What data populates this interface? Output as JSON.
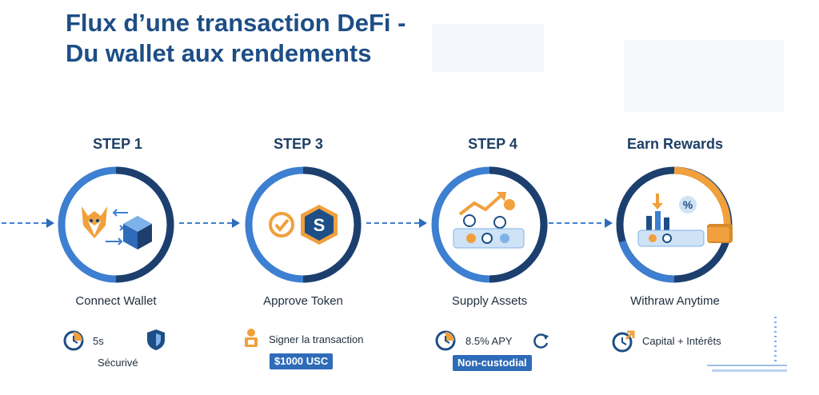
{
  "title": {
    "line1": "Flux d’une transaction DeFi -",
    "line2": "Du wallet aux rendements"
  },
  "steps": [
    {
      "label": "STEP 1",
      "caption": "Connect Wallet"
    },
    {
      "label": "STEP 3",
      "caption": "Approve Token"
    },
    {
      "label": "STEP 4",
      "caption": "Supply Assets"
    },
    {
      "label": "Earn Rewards",
      "caption": "Withraw Anytime"
    }
  ],
  "step1_meta": {
    "time": "5s",
    "security": "Sécurivé"
  },
  "step2_meta": {
    "sign": "Signer la transaction",
    "amount": "$1000 USC"
  },
  "step3_meta": {
    "apy": "8.5% APY",
    "badge": "Non-custodial"
  },
  "step4_meta": {
    "capital": "Capital + Intérêts"
  },
  "colors": {
    "title": "#1d4e86",
    "ring_dark": "#1c3f6e",
    "ring_blue": "#3d7fd0",
    "accent_orange": "#f0a03c",
    "pill": "#2e6bb8"
  },
  "icons": [
    "fox-wallet-icon",
    "swap-arrows-icon",
    "cube-token-icon",
    "checkmark-icon",
    "s-token-hexagon-icon",
    "growth-chart-icon",
    "coin-icon",
    "card-icon",
    "bar-chart-icon",
    "percent-icon",
    "wallet-icon",
    "clock-icon",
    "shield-icon",
    "hand-coin-icon",
    "refresh-icon"
  ]
}
